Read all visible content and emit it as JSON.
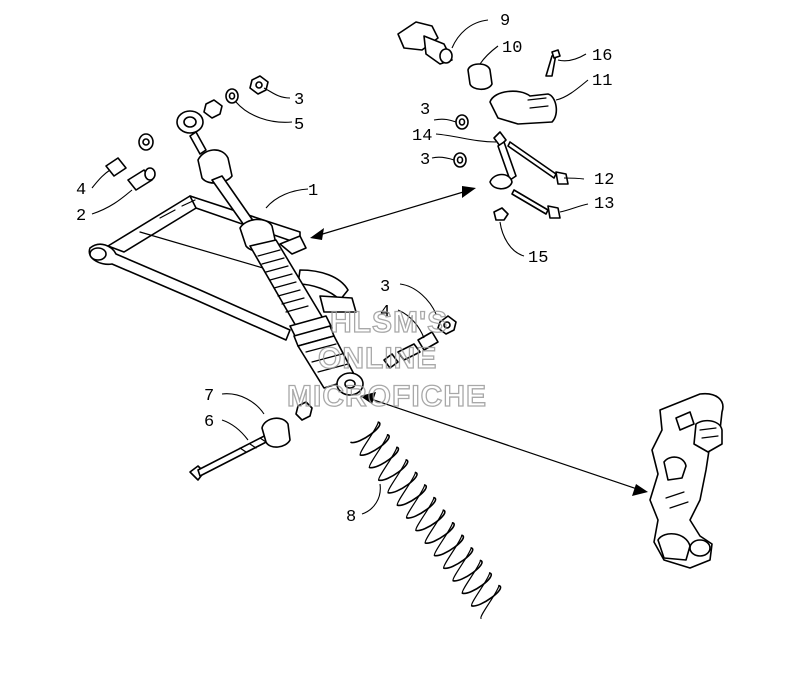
{
  "callouts": {
    "c1": "1",
    "c2": "2",
    "c3a": "3",
    "c3b": "3",
    "c3c": "3",
    "c3d": "3",
    "c4a": "4",
    "c4b": "4",
    "c5": "5",
    "c6": "6",
    "c7": "7",
    "c8": "8",
    "c9": "9",
    "c10": "10",
    "c11": "11",
    "c12": "12",
    "c13": "13",
    "c14": "14",
    "c15": "15",
    "c16": "16"
  },
  "watermark": {
    "line1": "HLSM'S",
    "line2": "ONLINE",
    "line3": "MICROFICHE"
  },
  "colors": {
    "ink": "#000000",
    "paper": "#ffffff",
    "watermark": "#9a9a9a"
  }
}
